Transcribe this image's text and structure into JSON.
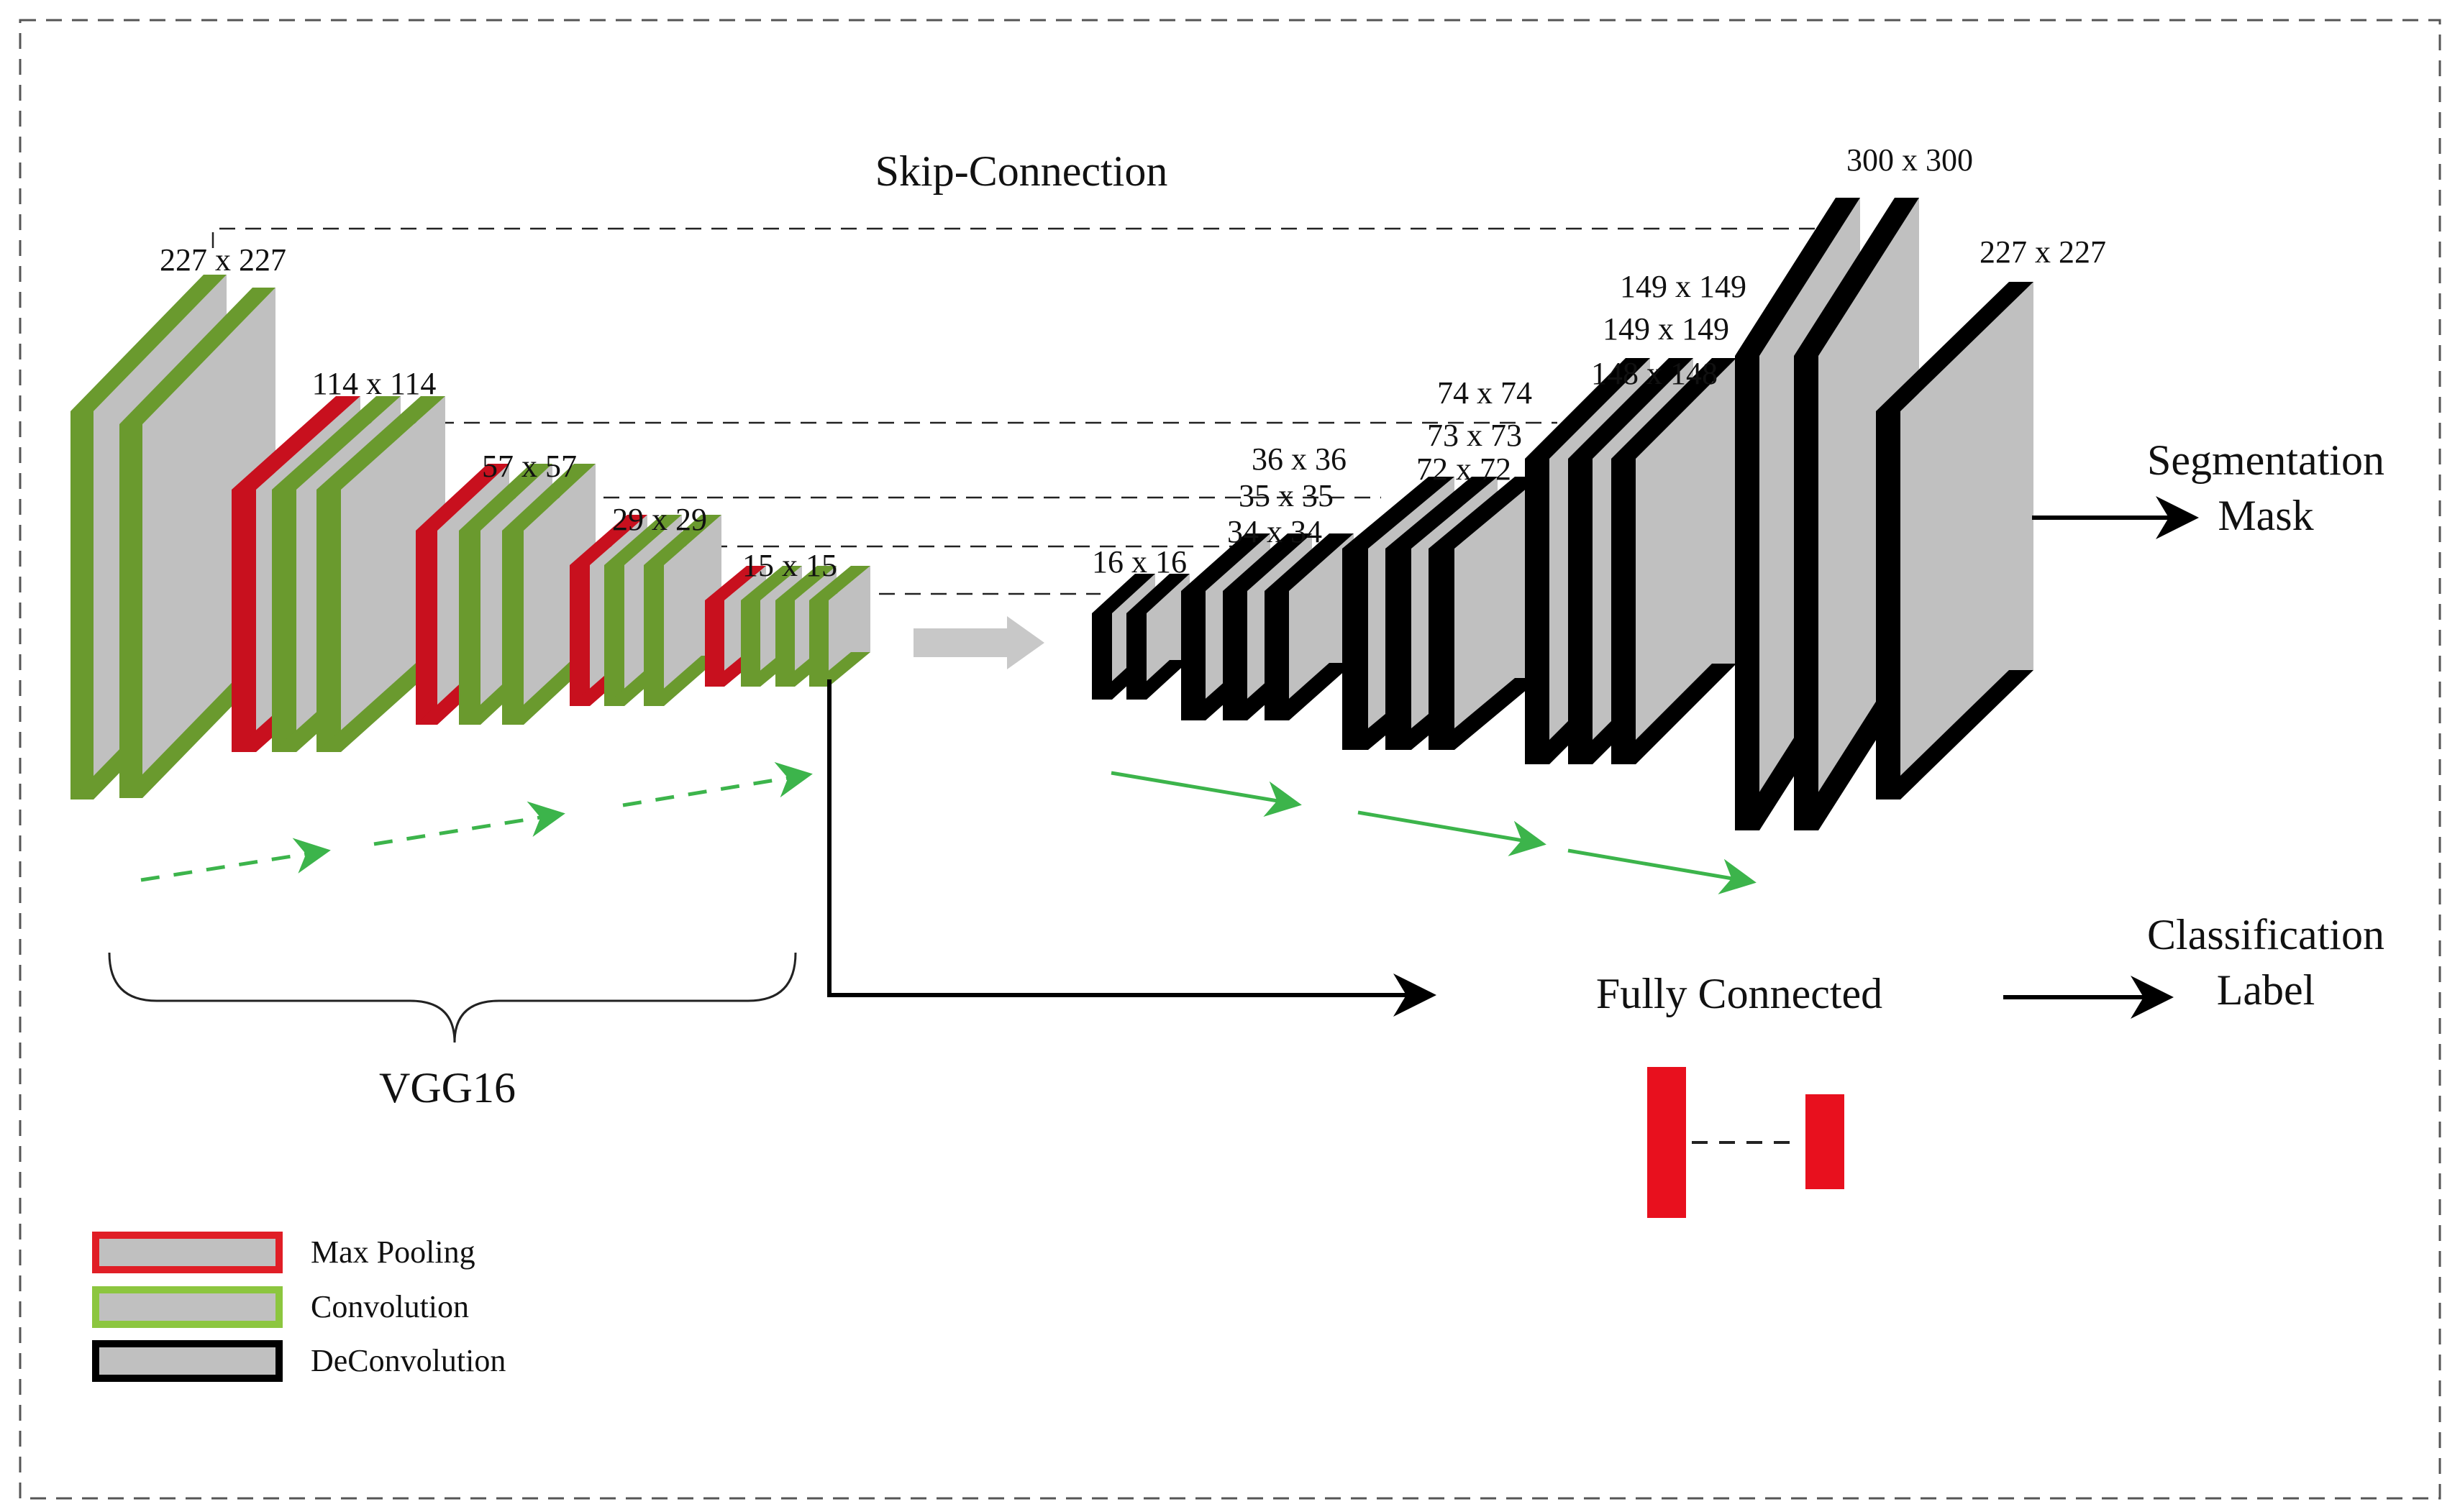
{
  "title": "Skip-Connection",
  "colors": {
    "pooling": "#c8101e",
    "convolution": "#6a9a2e",
    "deconvolution": "#000000",
    "face": "#c0c0c0",
    "arrow_green": "#3cb44b",
    "fc": "#e8101e",
    "legend_conv": "#8cc63f",
    "legend_pool": "#e01e26"
  },
  "encoder": {
    "name": "VGG16",
    "size_labels": [
      "227 x 227",
      "114 x 114",
      "57 x 57",
      "29 x 29",
      "15 x 15"
    ]
  },
  "decoder": {
    "size_labels": [
      "16 x 16",
      "36 x 36",
      "35 x 35",
      "34 x 34",
      "74 x 74",
      "73 x 73",
      "72 x 72",
      "149 x 149",
      "149 x 149",
      "148 x 148",
      "300 x 300",
      "227 x 227"
    ]
  },
  "outputs": {
    "segmentation": [
      "Segmentation",
      "Mask"
    ],
    "classification": [
      "Classification",
      "Label"
    ],
    "fully_connected": "Fully Connected"
  },
  "legend": [
    {
      "label": "Max Pooling",
      "color": "#e01e26"
    },
    {
      "label": "Convolution",
      "color": "#8cc63f"
    },
    {
      "label": "DeConvolution",
      "color": "#000000"
    }
  ]
}
